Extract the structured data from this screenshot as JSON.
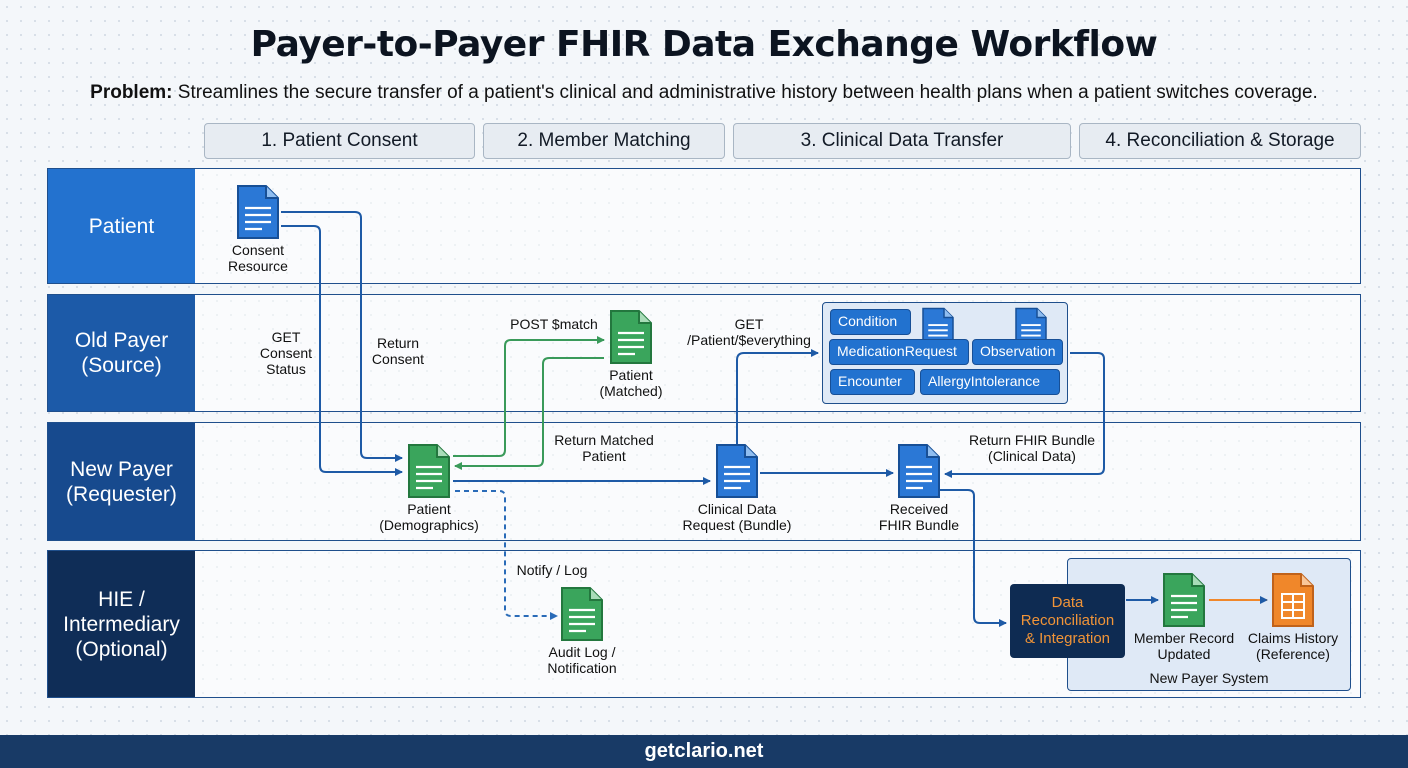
{
  "title": "Payer-to-Payer FHIR Data Exchange Workflow",
  "problem": {
    "label": "Problem:",
    "text": " Streamlines the secure transfer of a patient's clinical and administrative history between health plans when a patient switches coverage."
  },
  "phases": [
    "1. Patient Consent",
    "2. Member Matching",
    "3. Clinical Data Transfer",
    "4. Reconciliation & Storage"
  ],
  "lanes": [
    {
      "label": "Patient",
      "color": "#2372cf"
    },
    {
      "label": "Old Payer\n(Source)",
      "color": "#1c5aa8"
    },
    {
      "label": "New Payer\n(Requester)",
      "color": "#174a8e"
    },
    {
      "label": "HIE /\nIntermediary\n(Optional)",
      "color": "#0f2d57"
    }
  ],
  "documents": {
    "consent_resource": "Consent\nResource",
    "patient_matched": "Patient\n(Matched)",
    "patient_demographics": "Patient\n(Demographics)",
    "clinical_data_request": "Clinical Data\nRequest (Bundle)",
    "received_fhir_bundle": "Received\nFHIR Bundle",
    "audit_log": "Audit Log /\nNotification",
    "member_record": "Member Record\nUpdated",
    "claims_history": "Claims History\n(Reference)"
  },
  "flow_labels": {
    "get_consent_status": "GET\nConsent\nStatus",
    "return_consent": "Return\nConsent",
    "post_match": "POST $match",
    "return_matched_patient": "Return Matched\nPatient",
    "get_everything": "GET\n/Patient/$everything",
    "return_fhir_bundle": "Return FHIR Bundle\n(Clinical Data)",
    "notify_log": "Notify / Log"
  },
  "resources": [
    "Condition",
    "MedicationRequest",
    "Observation",
    "Encounter",
    "AllergyIntolerance"
  ],
  "reconciliation": "Data\nReconciliation\n& Integration",
  "new_payer_system": "New Payer System",
  "footer": "getclario.net",
  "colors": {
    "blue_doc": "#2b78d6",
    "green_doc": "#3aa55c",
    "orange_doc": "#f0872a",
    "arrow_blue": "#1e5aa6",
    "arrow_green": "#3a9a5a",
    "recon_text": "#f09438"
  },
  "icons": {
    "document": "document-icon",
    "table_document": "table-document-icon"
  }
}
